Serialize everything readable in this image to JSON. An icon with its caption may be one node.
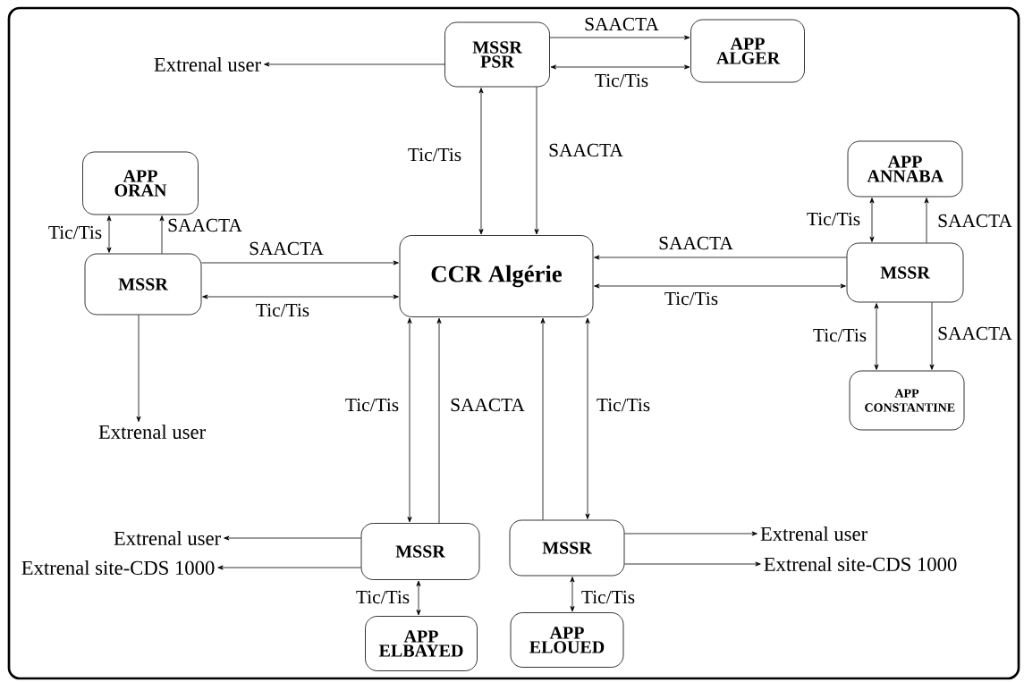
{
  "diagram": {
    "nodes": [
      {
        "text": [
          "MSSR PSR"
        ]
      },
      {
        "text": [
          "APP ALGER"
        ]
      },
      {
        "text": [
          "Extrenal user"
        ]
      },
      {
        "text": [
          "APP ORAN"
        ]
      },
      {
        "text": [
          "APP ANNABA"
        ]
      },
      {
        "text": [
          "MSSR"
        ]
      },
      {
        "text": [
          "CCR Algérie"
        ]
      },
      {
        "text": [
          "MSSR"
        ]
      },
      {
        "text": [
          "APP CONSTANTINE"
        ]
      },
      {
        "text": [
          "Extrenal user"
        ]
      },
      {
        "text": [
          "Extrenal user"
        ]
      },
      {
        "text": [
          "Extrenal site-CDS 1000"
        ]
      },
      {
        "text": [
          "MSSR"
        ]
      },
      {
        "text": [
          "MSSR"
        ]
      },
      {
        "text": [
          "Extrenal user"
        ]
      },
      {
        "text": [
          "Extrenal site-CDS 1000"
        ]
      },
      {
        "text": [
          "APP ELBAYED"
        ]
      },
      {
        "text": [
          "APP ELOUED"
        ]
      }
    ],
    "edges": [
      {
        "from": 0,
        "to": 1,
        "arrow": "to",
        "label": "SAACTA"
      },
      {
        "from": 0,
        "to": 1,
        "arrow": "both",
        "label": "Tic/Tis"
      },
      {
        "from": 0,
        "to": 2,
        "arrow": "to"
      },
      {
        "from": 0,
        "to": 6,
        "arrow": "both",
        "label": "Tic/Tis"
      },
      {
        "from": 0,
        "to": 6,
        "arrow": "to",
        "label": "SAACTA"
      },
      {
        "from": 5,
        "to": 3,
        "arrow": "both",
        "label": "Tic/Tis"
      },
      {
        "from": 5,
        "to": 3,
        "arrow": "to",
        "label": "SAACTA"
      },
      {
        "from": 5,
        "to": 6,
        "arrow": "to",
        "label": "SAACTA"
      },
      {
        "from": 5,
        "to": 6,
        "arrow": "both",
        "label": "Tic/Tis"
      },
      {
        "from": 5,
        "to": 9,
        "arrow": "to"
      },
      {
        "from": 7,
        "to": 6,
        "arrow": "to",
        "label": "SAACTA"
      },
      {
        "from": 6,
        "to": 7,
        "arrow": "both",
        "label": "Tic/Tis"
      },
      {
        "from": 7,
        "to": 4,
        "arrow": "both",
        "label": "Tic/Tis"
      },
      {
        "from": 7,
        "to": 4,
        "arrow": "to",
        "label": "SAACTA"
      },
      {
        "from": 7,
        "to": 8,
        "arrow": "both",
        "label": "Tic/Tis"
      },
      {
        "from": 7,
        "to": 8,
        "arrow": "to",
        "label": "SAACTA"
      },
      {
        "from": 6,
        "to": 12,
        "arrow": "both",
        "label": "Tic/Tis"
      },
      {
        "from": 12,
        "to": 6,
        "arrow": "to",
        "label": "SAACTA"
      },
      {
        "from": 13,
        "to": 6,
        "arrow": "to"
      },
      {
        "from": 6,
        "to": 13,
        "arrow": "both",
        "label": "Tic/Tis"
      },
      {
        "from": 12,
        "to": 10,
        "arrow": "to"
      },
      {
        "from": 12,
        "to": 11,
        "arrow": "to"
      },
      {
        "from": 12,
        "to": 16,
        "arrow": "both",
        "label": "Tic/Tis"
      },
      {
        "from": 13,
        "to": 14,
        "arrow": "to"
      },
      {
        "from": 13,
        "to": 15,
        "arrow": "to"
      },
      {
        "from": 13,
        "to": 17,
        "arrow": "both",
        "label": "Tic/Tis"
      }
    ]
  }
}
